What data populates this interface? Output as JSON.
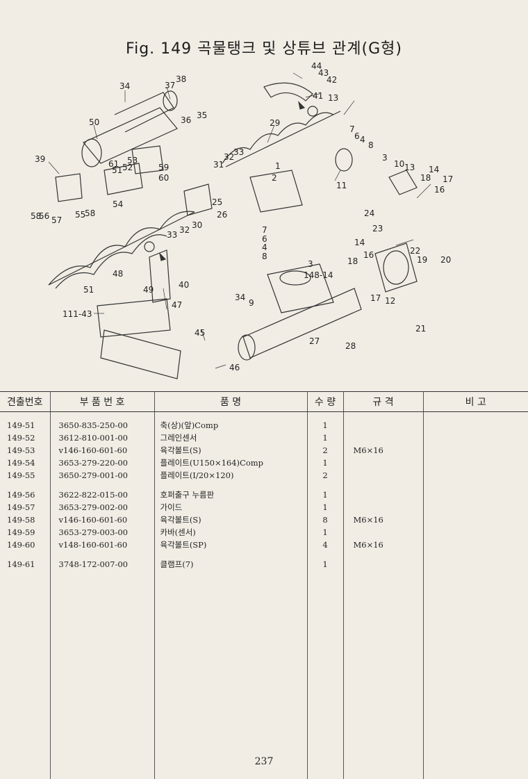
{
  "page": {
    "title": "Fig. 149  곡물탱크 및 상튜브 관계(G형)",
    "page_number": "237"
  },
  "diagram": {
    "callouts": [
      "44",
      "43",
      "42",
      "41",
      "13",
      "7",
      "6",
      "4",
      "8",
      "3",
      "10",
      "13",
      "14",
      "18",
      "16",
      "17",
      "34",
      "37",
      "38",
      "36",
      "35",
      "29",
      "50",
      "39",
      "61",
      "53",
      "52",
      "51",
      "59",
      "60",
      "54",
      "58",
      "56",
      "57",
      "55",
      "58",
      "31",
      "32",
      "33",
      "1",
      "2",
      "25",
      "26",
      "30",
      "33",
      "32",
      "11",
      "24",
      "23",
      "7",
      "6",
      "4",
      "8",
      "3",
      "148-14",
      "14",
      "18",
      "16",
      "22",
      "19",
      "20",
      "12",
      "17",
      "21",
      "48",
      "49",
      "40",
      "51",
      "34",
      "9",
      "27",
      "28",
      "111-43",
      "47",
      "45",
      "46"
    ]
  },
  "table": {
    "headers": [
      "견출번호",
      "부 품 번 호",
      "품          명",
      "수 량",
      "규  격",
      "비 고"
    ],
    "rows": [
      {
        "ref": "149-51",
        "part": "3650-835-250-00",
        "name": "축(상)(앞)Comp",
        "qty": "1",
        "spec": "",
        "note": ""
      },
      {
        "ref": "149-52",
        "part": "3612-810-001-00",
        "name": "그레인센서",
        "qty": "1",
        "spec": "",
        "note": ""
      },
      {
        "ref": "149-53",
        "part": "v146-160-601-60",
        "name": "육각볼트(S)",
        "qty": "2",
        "spec": "M6×16",
        "note": ""
      },
      {
        "ref": "149-54",
        "part": "3653-279-220-00",
        "name": "플레이트(U150×164)Comp",
        "qty": "1",
        "spec": "",
        "note": ""
      },
      {
        "ref": "149-55",
        "part": "3650-279-001-00",
        "name": "플레이트(I/20×120)",
        "qty": "2",
        "spec": "",
        "note": ""
      },
      {
        "ref": "149-56",
        "part": "3622-822-015-00",
        "name": "호퍼출구 누름판",
        "qty": "1",
        "spec": "",
        "note": ""
      },
      {
        "ref": "149-57",
        "part": "3653-279-002-00",
        "name": "가이드",
        "qty": "1",
        "spec": "",
        "note": ""
      },
      {
        "ref": "149-58",
        "part": "v146-160-601-60",
        "name": "육각볼트(S)",
        "qty": "8",
        "spec": "M6×16",
        "note": ""
      },
      {
        "ref": "149-59",
        "part": "3653-279-003-00",
        "name": "카바(센서)",
        "qty": "1",
        "spec": "",
        "note": ""
      },
      {
        "ref": "149-60",
        "part": "v148-160-601-60",
        "name": "육각볼트(SP)",
        "qty": "4",
        "spec": "M6×16",
        "note": ""
      },
      {
        "ref": "149-61",
        "part": "3748-172-007-00",
        "name": "클램프(7)",
        "qty": "1",
        "spec": "",
        "note": ""
      }
    ]
  }
}
